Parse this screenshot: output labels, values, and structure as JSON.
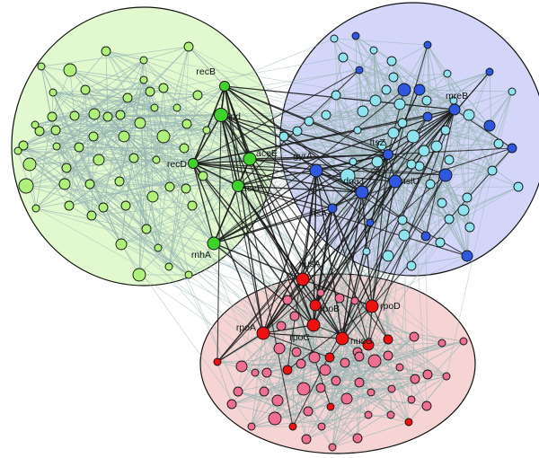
{
  "colors": {
    "cluster_green_fill": "#e2f9cf",
    "cluster_blue_fill": "#d3d6f8",
    "cluster_red_fill": "#f6d4d4",
    "edge_light": "#97b6b4",
    "edge_dark": "#1b1b1b",
    "node_green_hub": "#3fd22a",
    "node_green": "#aef07a",
    "node_cyan": "#8fe3ee",
    "node_blue_hub": "#2f57e0",
    "node_red_hub": "#ee1111",
    "node_pink": "#ee6f92"
  },
  "clusters": [
    {
      "id": "green",
      "fill_color": "cluster_green_fill"
    },
    {
      "id": "blue",
      "fill_color": "cluster_blue_fill"
    },
    {
      "id": "red",
      "fill_color": "cluster_red_fill"
    }
  ],
  "hub_labels": {
    "green": [
      "recB",
      "recD",
      "lpd",
      "aceE",
      "aceF",
      "rnhA"
    ],
    "blue": [
      "gyrA",
      "ftsZ",
      "dnaJ",
      "nslU",
      "ftsA",
      "mreB"
    ],
    "red": [
      "nusA",
      "rpoB",
      "rpoD",
      "rpoA",
      "rpoC",
      "nusG"
    ]
  }
}
